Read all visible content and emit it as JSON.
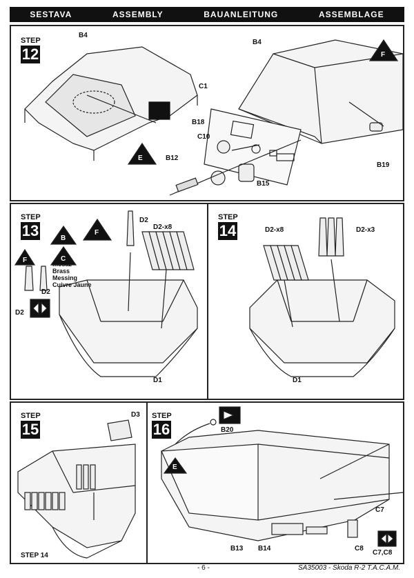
{
  "header": {
    "col1": "SESTAVA",
    "col2": "ASSEMBLY",
    "col3": "BAUANLEITUNG",
    "col4": "ASSEMBLAGE"
  },
  "steps": {
    "s12": {
      "label": "STEP",
      "number": "12",
      "parts": {
        "b4_left": "B4",
        "b4_right": "B4",
        "c1": "C1",
        "b18": "B18",
        "c10": "C10",
        "b12": "B12",
        "b15": "B15",
        "b19": "B19"
      },
      "markers": {
        "f": "F",
        "e": "E"
      }
    },
    "s13": {
      "label": "STEP",
      "number": "13",
      "parts": {
        "d2_top": "D2",
        "d2x8": "D2-x8",
        "d2_left": "D2",
        "d2_under": "D2",
        "d1": "D1"
      },
      "markers": {
        "f_top": "F",
        "b": "B",
        "c": "C",
        "f_left": "F"
      },
      "material": {
        "line1": "mosaz",
        "line2": "Brass",
        "line3": "Messing",
        "line4": "Cuivre Jaune"
      }
    },
    "s14": {
      "label": "STEP",
      "number": "14",
      "parts": {
        "d2x8": "D2-x8",
        "d2x3": "D2-x3",
        "d1": "D1"
      }
    },
    "s15": {
      "label": "STEP",
      "number": "15",
      "parts": {
        "d3": "D3",
        "step14": "STEP 14"
      }
    },
    "s16": {
      "label": "STEP",
      "number": "16",
      "parts": {
        "b20": "B20",
        "c7": "C7",
        "b13": "B13",
        "b14": "B14",
        "c8": "C8",
        "c7c8": "C7,C8"
      },
      "markers": {
        "e": "E"
      }
    }
  },
  "footer": {
    "page": "- 6 -",
    "code": "SA35003 - Skoda R-2 T.A.C.A.M."
  }
}
